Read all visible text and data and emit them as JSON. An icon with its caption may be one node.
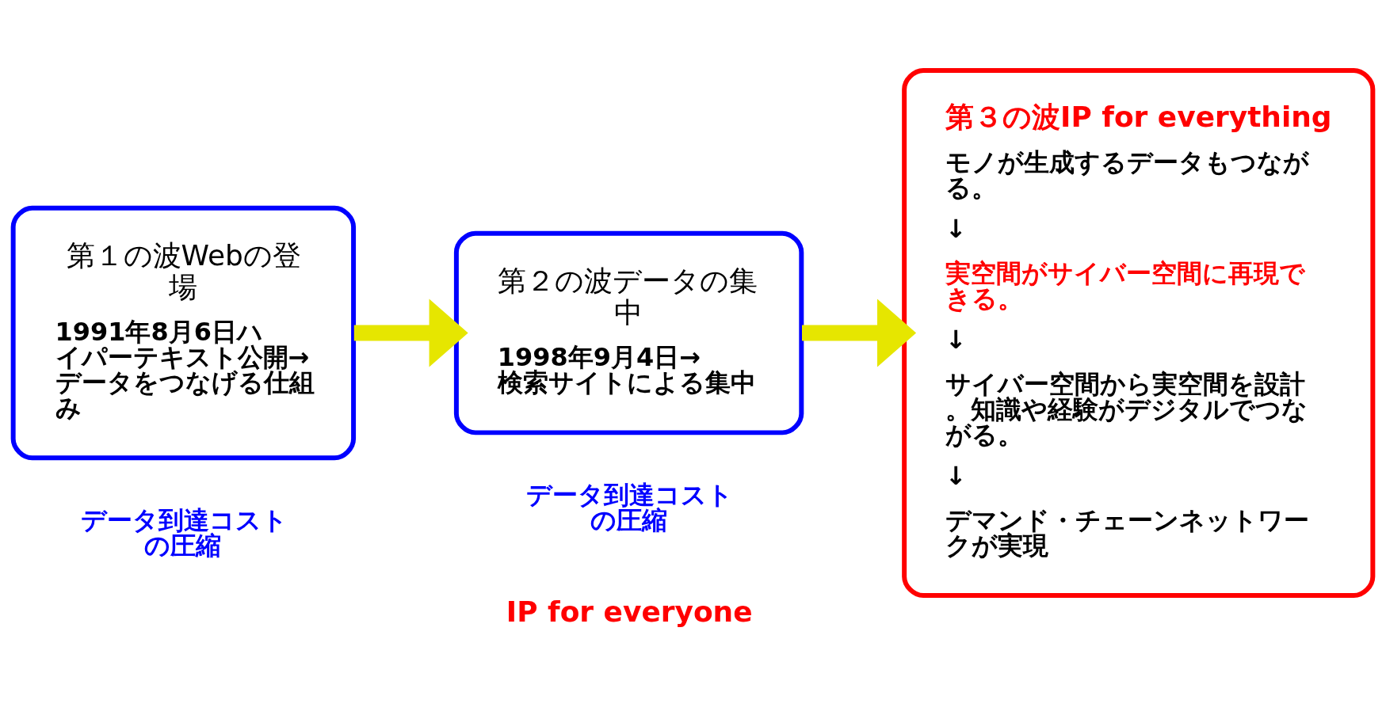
{
  "diagram": {
    "nodes": [
      {
        "text": [
          "第１の波Webの登場",
          "1991年8月6日ハイパーテキスト公開→データをつなげる仕組み"
        ],
        "beside": [
          "データ到達コストの圧縮"
        ]
      },
      {
        "text": [
          "第２の波データの集中",
          "1998年9月4日→検索サイトによる集中"
        ],
        "beside": [
          "データ到達コストの圧縮"
        ]
      },
      {
        "text": [
          "第３の波IP for everything",
          "モノが生成するデータもつながる。",
          "↓",
          "実空間がサイバー空間に再現できる。",
          "↓",
          "サイバー空間から実空間を設計。知識や経験がデジタルでつながる。",
          "↓",
          "デマンド・チェーンネットワークが実現"
        ]
      }
    ],
    "edges": [
      {
        "from": 0,
        "to": 1,
        "arrow": "to"
      },
      {
        "from": 1,
        "to": 2,
        "arrow": "to"
      }
    ],
    "labels": [
      "IP for everyone"
    ]
  }
}
